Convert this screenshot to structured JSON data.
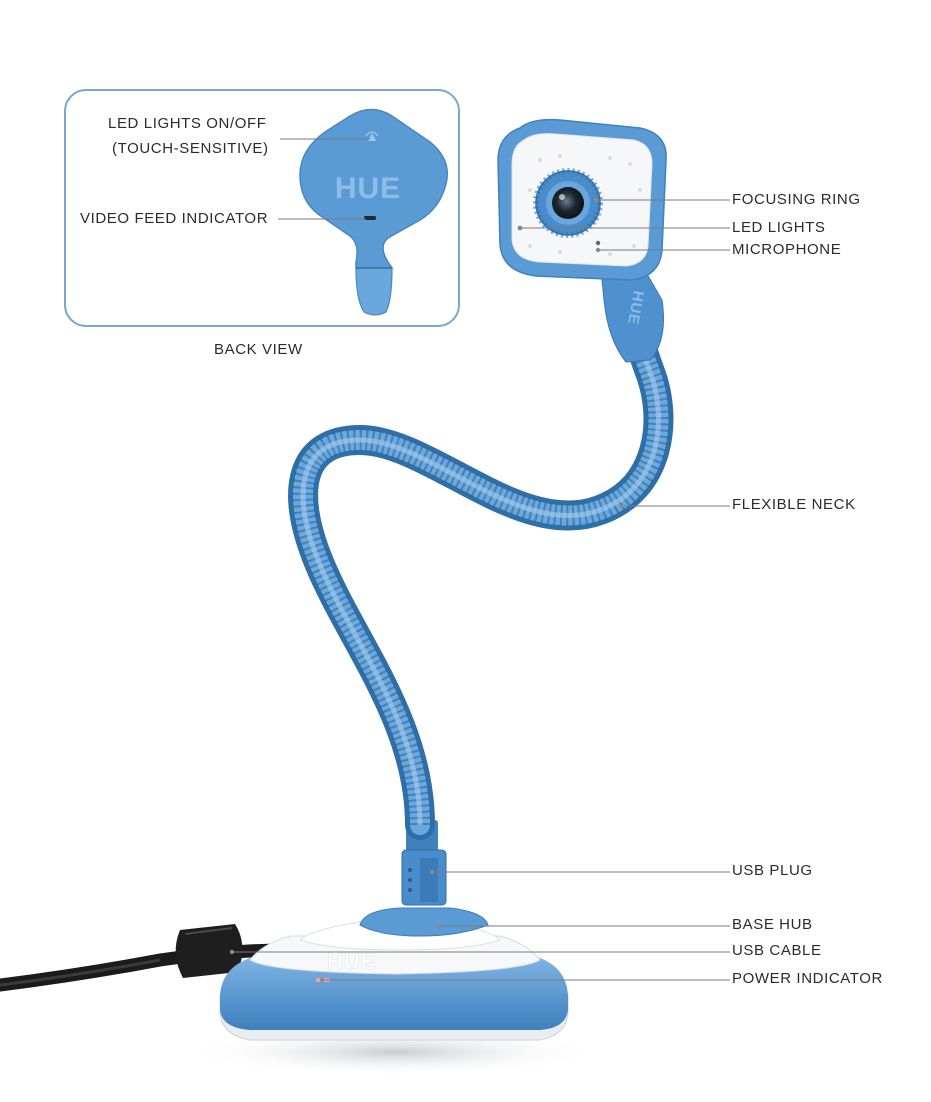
{
  "inset": {
    "caption": "BACK VIEW",
    "logo_text": "HUE",
    "labels": {
      "led_switch_line1": "LED LIGHTS ON/OFF",
      "led_switch_line2": "(TOUCH-SENSITIVE)",
      "video_feed": "VIDEO FEED INDICATOR"
    }
  },
  "callouts": {
    "focusing_ring": "FOCUSING RING",
    "led_lights": "LED LIGHTS",
    "microphone": "MICROPHONE",
    "flexible_neck": "FLEXIBLE NECK",
    "usb_plug": "USB PLUG",
    "base_hub": "BASE HUB",
    "usb_cable": "USB CABLE",
    "power_indicator": "POWER INDICATOR"
  },
  "product": {
    "base_logo_text": "HUE",
    "head_logo_text": "HUE"
  },
  "colors": {
    "body_blue": "#5b9bd5",
    "dark_blue": "#2f6fa8",
    "light_blue": "#8cbbe6",
    "white_panel": "#f4f6f8",
    "leader_line": "#7a7a7a",
    "inset_border": "#7aa6cf"
  }
}
